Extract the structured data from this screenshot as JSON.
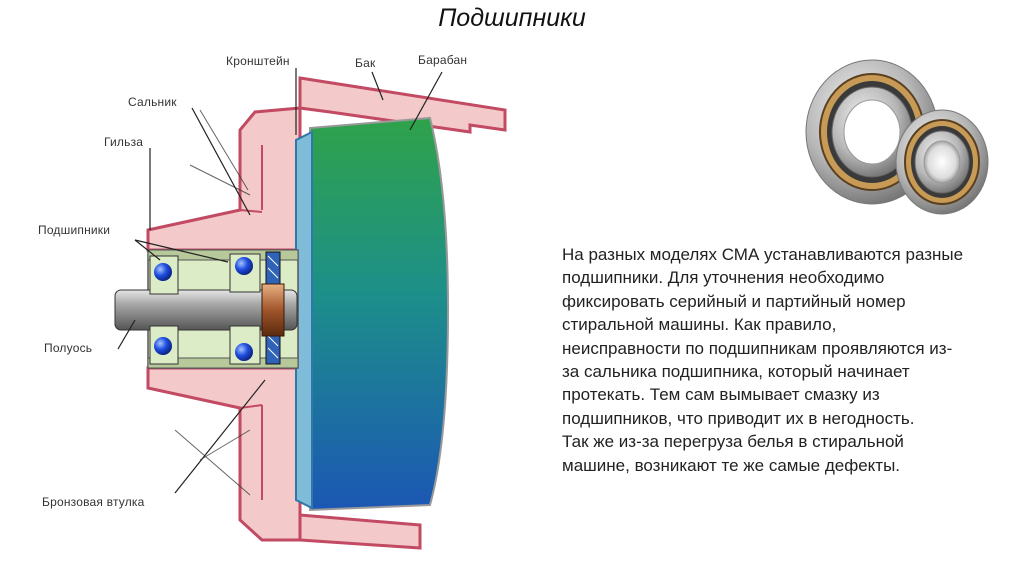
{
  "title": "Подшипники",
  "diagram": {
    "labels": {
      "kronshtein": "Кронштейн",
      "bak": "Бак",
      "baraban": "Барабан",
      "salnik": "Сальник",
      "gilza": "Гильза",
      "podshipniki": "Подшипники",
      "poluos": "Полуось",
      "bronz": "Бронзовая втулка"
    },
    "colors": {
      "housing": "#f3c9c9",
      "housing_outline": "#c24a63",
      "drum_green": "#2f9e4a",
      "drum_blue": "#1f63b8",
      "bearing_fill": "#dcecc7",
      "ball": "#1d4fd6",
      "shaft": "#8a8a8a",
      "seal": "#3a8ec4"
    }
  },
  "text_lines": [
    "На разных моделях СМА устанавливаются разные",
    "подшипники. Для уточнения необходимо",
    "фиксировать серийный и партийный номер",
    "стиральной машины. Как правило,",
    "неисправности по подшипникам проявляются из-",
    "за сальника подшипника, который начинает",
    "протекать. Тем сам вымывает смазку из",
    "подшипников, что приводит их в негодность.",
    "Так же из-за перегруза белья в стиральной",
    "машине, возникают те же самые дефекты."
  ]
}
